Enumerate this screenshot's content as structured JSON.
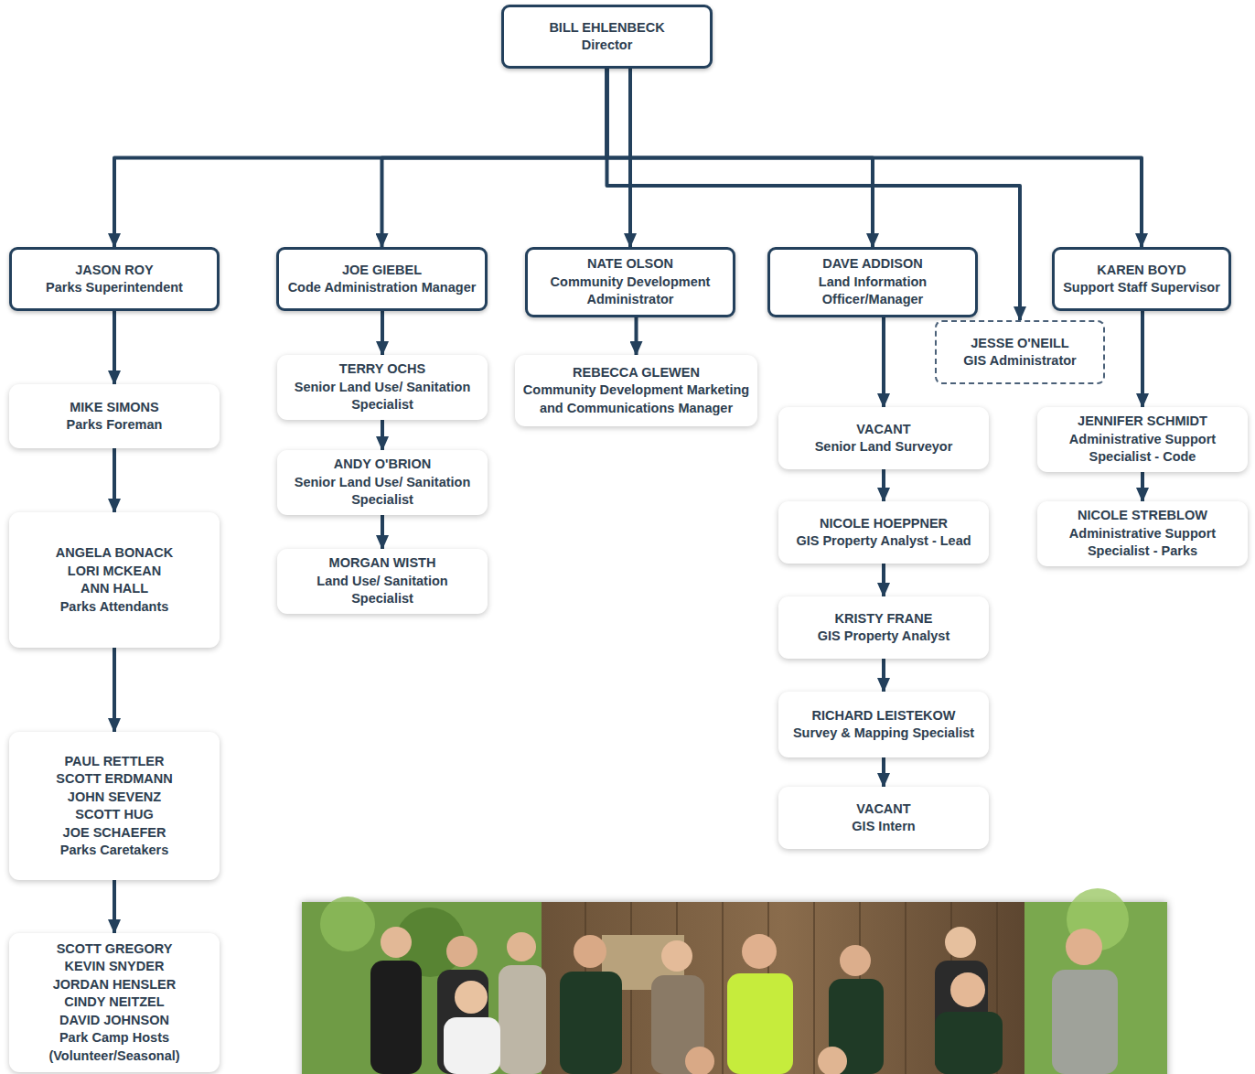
{
  "diagram": {
    "nodes": [
      {
        "text": [
          "BILL EHLENBECK",
          "Director"
        ]
      },
      {
        "text": [
          "JASON ROY",
          "Parks Superintendent"
        ]
      },
      {
        "text": [
          "JOE GIEBEL",
          "Code Administration Manager"
        ]
      },
      {
        "text": [
          "NATE OLSON",
          "Community Development Administrator"
        ]
      },
      {
        "text": [
          "DAVE ADDISON",
          "Land Information Officer/Manager"
        ]
      },
      {
        "text": [
          "JESSE O'NEILL",
          "GIS Administrator"
        ]
      },
      {
        "text": [
          "KAREN BOYD",
          "Support Staff Supervisor"
        ]
      },
      {
        "text": [
          "MIKE SIMONS",
          "Parks Foreman"
        ]
      },
      {
        "text": [
          "ANGELA BONACK",
          "LORI MCKEAN",
          "ANN HALL",
          "Parks Attendants"
        ]
      },
      {
        "text": [
          "PAUL RETTLER",
          "SCOTT ERDMANN",
          "JOHN SEVENZ",
          "SCOTT HUG",
          "JOE SCHAEFER",
          "Parks Caretakers"
        ]
      },
      {
        "text": [
          "SCOTT GREGORY",
          "KEVIN SNYDER",
          "JORDAN HENSLER",
          "CINDY NEITZEL",
          "DAVID JOHNSON",
          "Park Camp Hosts (Volunteer/Seasonal)"
        ]
      },
      {
        "text": [
          "TERRY OCHS",
          "Senior Land Use/ Sanitation Specialist"
        ]
      },
      {
        "text": [
          "ANDY O'BRION",
          "Senior Land Use/ Sanitation Specialist"
        ]
      },
      {
        "text": [
          "MORGAN WISTH",
          "Land Use/ Sanitation Specialist"
        ]
      },
      {
        "text": [
          "REBECCA GLEWEN",
          "Community Development Marketing and Communications Manager"
        ]
      },
      {
        "text": [
          "VACANT",
          "Senior Land Surveyor"
        ]
      },
      {
        "text": [
          "NICOLE HOEPPNER",
          "GIS Property Analyst - Lead"
        ]
      },
      {
        "text": [
          "KRISTY FRANE",
          "GIS Property Analyst"
        ]
      },
      {
        "text": [
          "RICHARD LEISTEKOW",
          "Survey & Mapping Specialist"
        ]
      },
      {
        "text": [
          "VACANT",
          "GIS Intern"
        ]
      },
      {
        "text": [
          "JENNIFER SCHMIDT",
          "Administrative Support Specialist - Code"
        ]
      },
      {
        "text": [
          "NICOLE STREBLOW",
          "Administrative Support Specialist - Parks"
        ]
      }
    ],
    "edges": [
      {
        "from": 0,
        "to": 1,
        "arrow": "to"
      },
      {
        "from": 0,
        "to": 2,
        "arrow": "to"
      },
      {
        "from": 0,
        "to": 3,
        "arrow": "to"
      },
      {
        "from": 0,
        "to": 4,
        "arrow": "to"
      },
      {
        "from": 0,
        "to": 5,
        "arrow": "to"
      },
      {
        "from": 0,
        "to": 6,
        "arrow": "to"
      },
      {
        "from": 1,
        "to": 7,
        "arrow": "to"
      },
      {
        "from": 7,
        "to": 8,
        "arrow": "to"
      },
      {
        "from": 8,
        "to": 9,
        "arrow": "to"
      },
      {
        "from": 9,
        "to": 10,
        "arrow": "to"
      },
      {
        "from": 2,
        "to": 11,
        "arrow": "to"
      },
      {
        "from": 11,
        "to": 12,
        "arrow": "to"
      },
      {
        "from": 12,
        "to": 13,
        "arrow": "to"
      },
      {
        "from": 3,
        "to": 14,
        "arrow": "to"
      },
      {
        "from": 4,
        "to": 15,
        "arrow": "to"
      },
      {
        "from": 15,
        "to": 16,
        "arrow": "to"
      },
      {
        "from": 16,
        "to": 17,
        "arrow": "to"
      },
      {
        "from": 17,
        "to": 18,
        "arrow": "to"
      },
      {
        "from": 18,
        "to": 19,
        "arrow": "to"
      },
      {
        "from": 6,
        "to": 20,
        "arrow": "to"
      },
      {
        "from": 20,
        "to": 21,
        "arrow": "to"
      }
    ]
  }
}
